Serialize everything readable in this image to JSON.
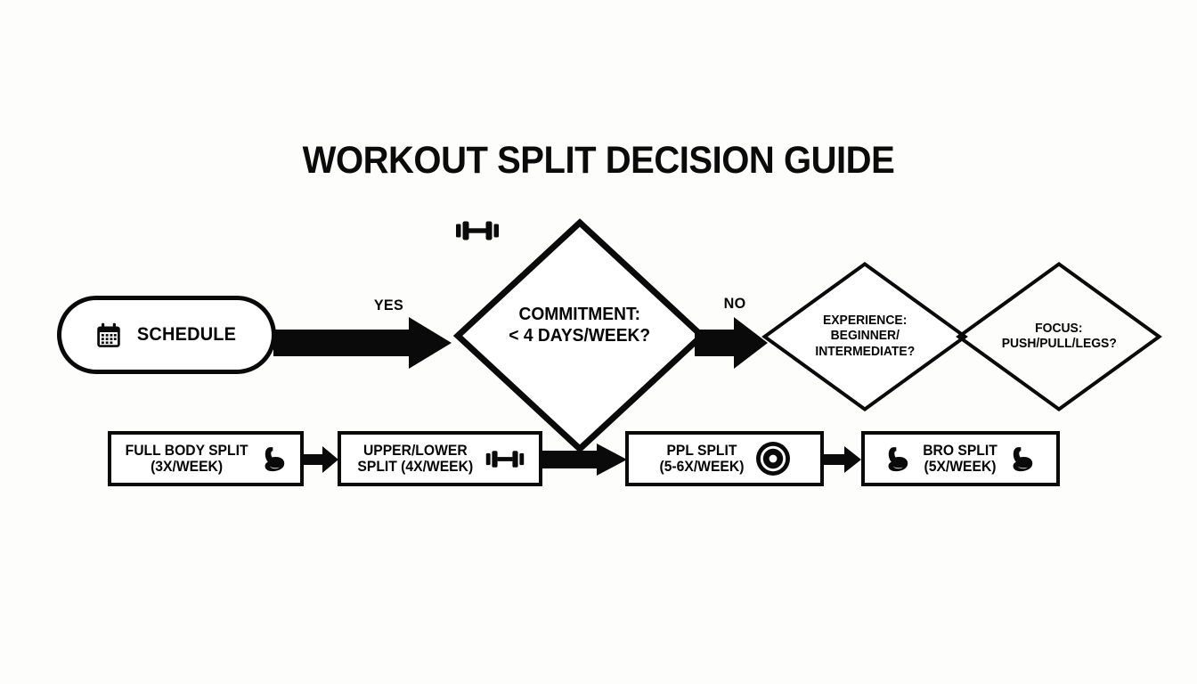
{
  "page": {
    "title": "WORKOUT SPLIT DECISION GUIDE",
    "background_color": "#fdfdfc",
    "ink_color": "#0a0a0a"
  },
  "start_node": {
    "label": "SCHEDULE",
    "icon": "calendar-icon",
    "shape": "stadium"
  },
  "decisions": [
    {
      "id": "commitment",
      "shape": "diamond",
      "lines": [
        "COMMITMENT:",
        "< 4 DAYS/WEEK?"
      ],
      "icon": "dumbbell-icon"
    },
    {
      "id": "experience",
      "shape": "diamond",
      "lines": [
        "EXPERIENCE:",
        "BEGINNER/",
        "INTERMEDIATE?"
      ],
      "icon": ""
    },
    {
      "id": "focus",
      "shape": "diamond",
      "lines": [
        "FOCUS:",
        "PUSH/PULL/LEGS?"
      ],
      "icon": ""
    }
  ],
  "outcomes": [
    {
      "id": "full-body",
      "lines": [
        "FULL BODY SPLIT",
        "(3X/WEEK)"
      ],
      "icon_left": "",
      "icon_right": "flexed-bicep-icon"
    },
    {
      "id": "upper-lower",
      "lines": [
        "UPPER/LOWER",
        "SPLIT (4X/WEEK)"
      ],
      "icon_left": "",
      "icon_right": "dumbbell-icon"
    },
    {
      "id": "ppl",
      "lines": [
        "PPL SPLIT",
        "(5-6X/WEEK)"
      ],
      "icon_left": "",
      "icon_right": "weight-plate-icon"
    },
    {
      "id": "bro",
      "lines": [
        "BRO SPLIT",
        "(5X/WEEK)"
      ],
      "icon_left": "flexed-bicep-icon",
      "icon_right": "flexed-bicep-icon"
    }
  ],
  "edges": [
    {
      "id": "yes",
      "label": "YES",
      "from": "schedule",
      "to": "commitment"
    },
    {
      "id": "no",
      "label": "NO",
      "from": "commitment",
      "to": "experience"
    },
    {
      "id": "mid",
      "label": "",
      "from": "upper-lower",
      "to": "ppl"
    },
    {
      "id": "b1b2",
      "label": "",
      "from": "full-body",
      "to": "upper-lower"
    },
    {
      "id": "b3b4",
      "label": "",
      "from": "ppl",
      "to": "bro"
    }
  ]
}
